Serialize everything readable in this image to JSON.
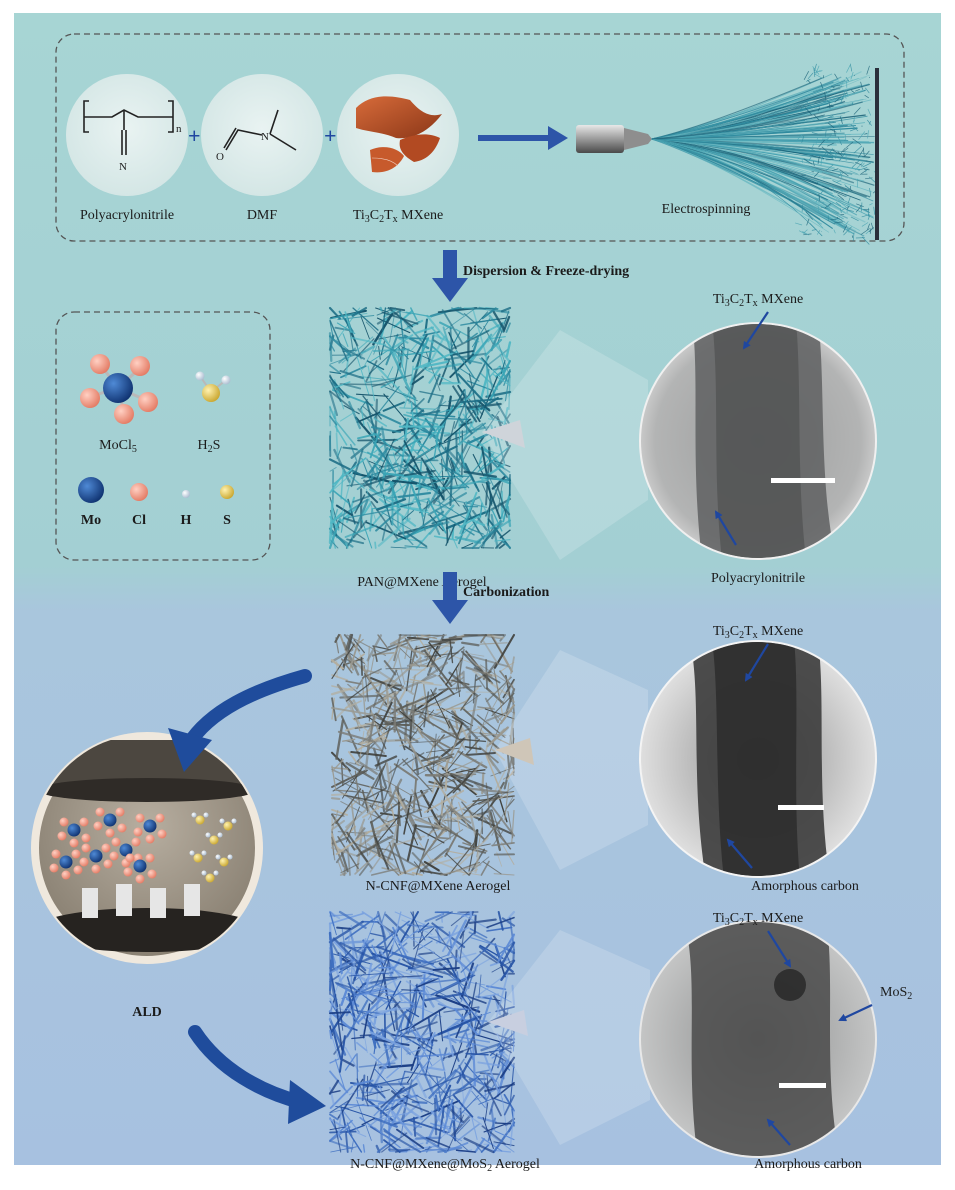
{
  "reagents": {
    "polyacrylonitrile": {
      "label": "Polyacrylonitrile",
      "subscript_n": "n",
      "atom_n": "N"
    },
    "dmf": {
      "label": "DMF",
      "atom_o": "O",
      "atom_n": "N"
    },
    "mxene": {
      "label_pre": "Ti",
      "sub1": "3",
      "label_mid": "C",
      "sub2": "2",
      "label_post": "T",
      "sub3": "x",
      "label_end": " MXene"
    },
    "plus_sign": "+",
    "electrospinning": "Electrospinning"
  },
  "steps": {
    "step1": "Dispersion & Freeze-drying",
    "step2": "Carbonization"
  },
  "legend": {
    "mocl5": {
      "pre": "MoCl",
      "sub": "5"
    },
    "h2s": {
      "pre": "H",
      "sub": "2",
      "post": "S"
    },
    "atoms": [
      "Mo",
      "Cl",
      "H",
      "S"
    ]
  },
  "aerogels": {
    "pan": "PAN@MXene Aerogel",
    "ncnf": "N-CNF@MXene Aerogel",
    "mos2": {
      "pre": "N-CNF@MXene@MoS",
      "sub": "2",
      "post": " Aerogel"
    }
  },
  "tem": {
    "mxene": {
      "pre": "Ti",
      "sub1": "3",
      "mid": "C",
      "sub2": "2",
      "post": "T",
      "sub3": "x",
      "end": " MXene"
    },
    "polyacrylonitrile": "Polyacrylonitrile",
    "amorphous_carbon": "Amorphous carbon",
    "mos2": {
      "pre": "MoS",
      "sub": "2"
    }
  },
  "ald": "ALD",
  "colors": {
    "top_bg": "#a8d3d3",
    "bottom_bg": "#a9c3df",
    "arrow": "#2d55a8",
    "dark_arrow": "#1f3f8f",
    "mo": "#1d4f98",
    "cl": "#f39b86",
    "h": "#dfe7ef",
    "s": "#e8cd62",
    "fiber_teal": "#2c8aa0",
    "fiber_gray": "#7c7d78",
    "fiber_blue": "#3f6fc0"
  }
}
